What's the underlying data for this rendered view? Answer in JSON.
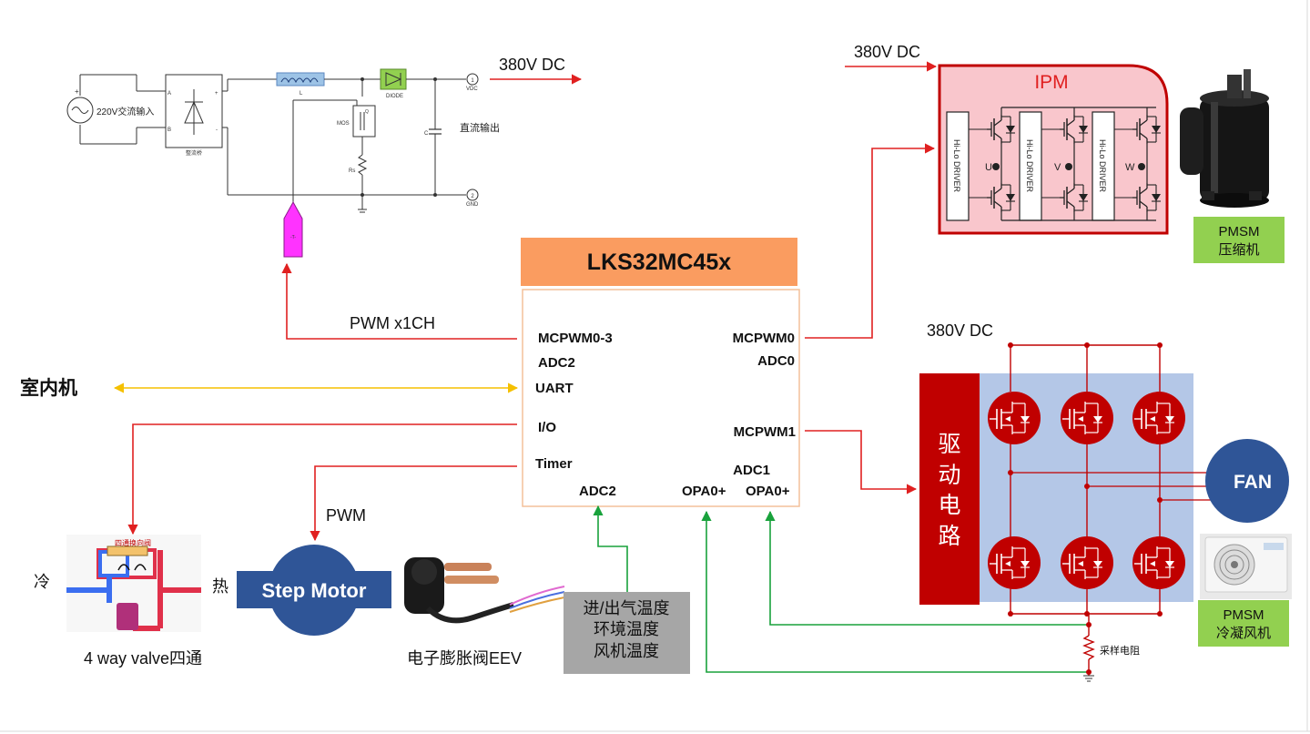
{
  "mcu": {
    "name": "LKS32MC45x",
    "left_pins": [
      "MCPWM0-3",
      "ADC2",
      "UART",
      "I/O",
      "Timer"
    ],
    "right_pins": [
      "MCPWM0",
      "ADC0",
      "MCPWM1",
      "ADC1"
    ],
    "bottom_pins": [
      "ADC2",
      "OPA0+",
      "OPA0+"
    ]
  },
  "pfc": {
    "ac_input": "220V交流输入",
    "rectifier": "整流桥",
    "inductor": "L",
    "diode": "DIODE",
    "mos": "MOS",
    "capacitor": "C",
    "shunt": "Rs",
    "dc_output": "直流输出",
    "vdc_pin": "VDC",
    "gnd_pin": "GND",
    "pin_1": "1",
    "pin_2": "2",
    "output_voltage": "380V DC",
    "pwm_label": "PWM x1CH",
    "gate_driver": "-T-"
  },
  "ipm": {
    "supply": "380V DC",
    "title": "IPM",
    "driver_label": "Hi-Lo DRIVER",
    "phases": [
      "U",
      "V",
      "W"
    ],
    "compressor": [
      "PMSM",
      "压缩机"
    ]
  },
  "fan_drive": {
    "supply": "380V DC",
    "driver_circuit": [
      "驱",
      "动",
      "电",
      "路"
    ],
    "fan": "FAN",
    "shunt": "采样电阻",
    "fan_motor": [
      "PMSM",
      "冷凝风机"
    ]
  },
  "indoor": "室内机",
  "valve": {
    "title": "四通换向阀",
    "cold": "冷",
    "hot": "热",
    "caption": "4 way valve四通"
  },
  "stepper": {
    "pwm": "PWM",
    "label": "Step Motor",
    "eev_caption": "电子膨胀阀EEV"
  },
  "temps": [
    "进/出气温度",
    "环境温度",
    "风机温度"
  ],
  "colors": {
    "mcu_title_bg": "#fa9c60",
    "mcu_border": "#f4c09a",
    "ipm_fill": "#f9c6cc",
    "ipm_border": "#c00000",
    "drive_red": "#c00000",
    "bridge_bg": "#b4c7e7",
    "fan_blue": "#2f5597",
    "stepper_blue": "#2f5597",
    "pmsm_green": "#92d050",
    "temp_box": "#a6a6a6",
    "wire_red": "#e02020",
    "wire_green": "#19a23c",
    "wire_yellow": "#f5c000"
  }
}
